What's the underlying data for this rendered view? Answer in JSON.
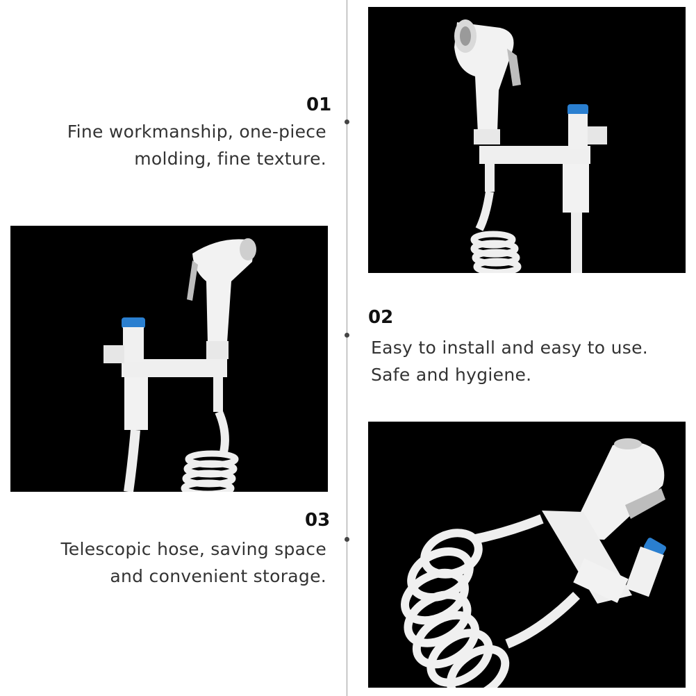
{
  "features": [
    {
      "number": "01",
      "line1": "Fine workmanship, one-piece",
      "line2": "molding, fine texture."
    },
    {
      "number": "02",
      "line1": "Easy to install and easy to use.",
      "line2": "Safe and hygiene."
    },
    {
      "number": "03",
      "line1": "Telescopic hose, saving space",
      "line2": "and convenient storage."
    }
  ],
  "colors": {
    "photo_background": "#000000",
    "product": "#f4f4f4",
    "valve_cap": "#2a7fd0",
    "timeline": "#9a9a9a"
  }
}
